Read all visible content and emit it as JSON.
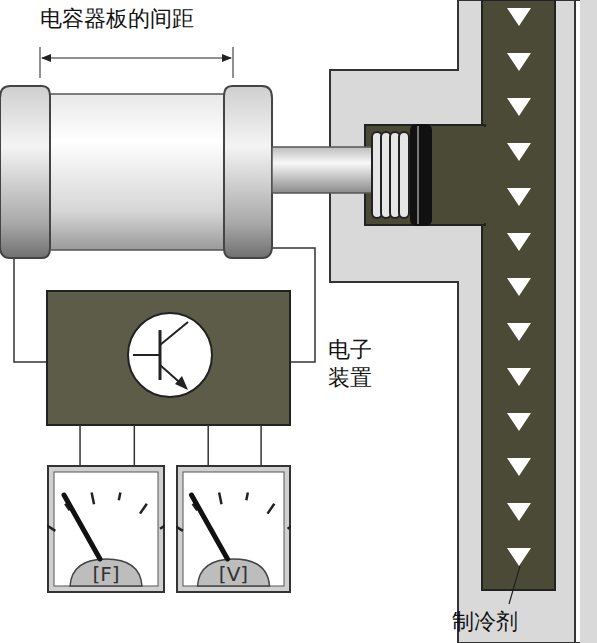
{
  "diagram": {
    "nodes": [
      {
        "text": [
          "电子 装置"
        ]
      },
      {
        "text": [
          "[F]"
        ]
      },
      {
        "text": [
          "[V]"
        ]
      }
    ],
    "edges": [
      {
        "from": 0,
        "to": 1,
        "arrow": "none"
      },
      {
        "from": 0,
        "to": 2,
        "arrow": "none"
      }
    ],
    "labels": [
      "电容器板的间距",
      "制冷剂"
    ]
  }
}
